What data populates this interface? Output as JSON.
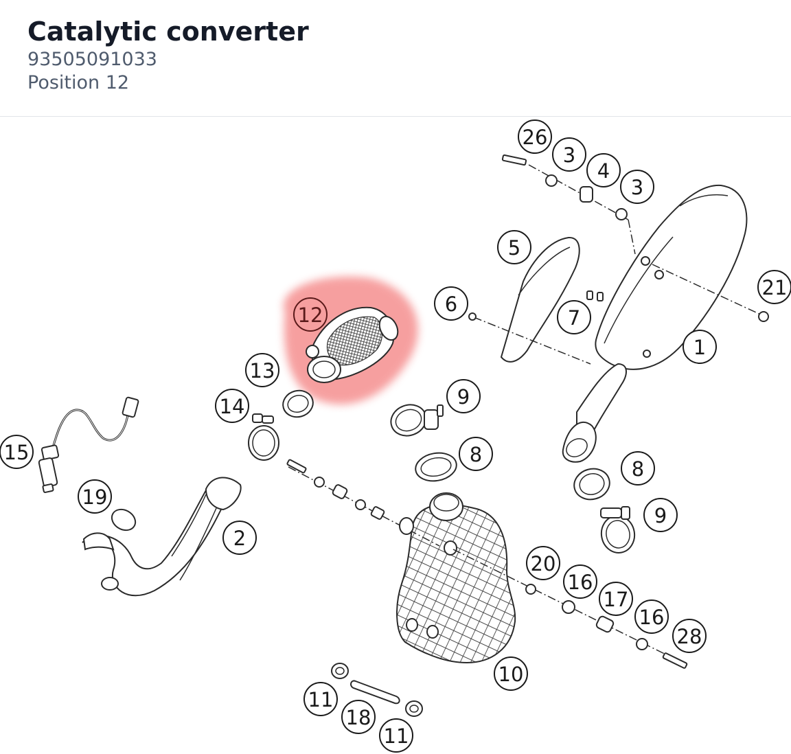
{
  "header": {
    "title": "Catalytic converter",
    "part_number": "93505091033",
    "position": "Position 12"
  },
  "highlight": {
    "position": "12",
    "color": "#f26d6d"
  },
  "callouts": [
    "26",
    "3",
    "4",
    "3",
    "5",
    "21",
    "12",
    "6",
    "7",
    "1",
    "13",
    "9",
    "14",
    "15",
    "8",
    "8",
    "19",
    "2",
    "9",
    "20",
    "16",
    "17",
    "16",
    "28",
    "10",
    "11",
    "18",
    "11"
  ]
}
